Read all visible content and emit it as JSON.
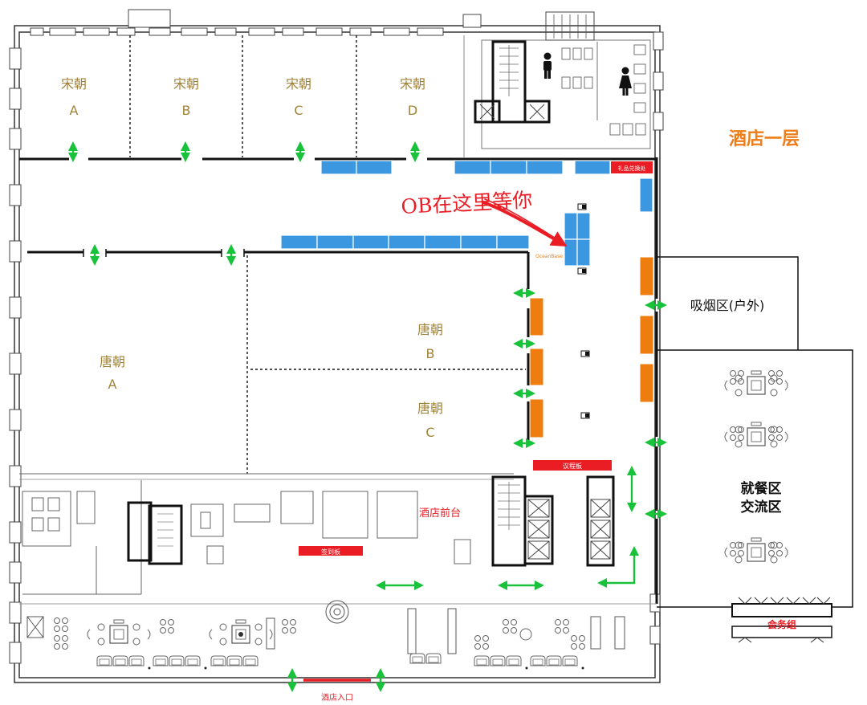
{
  "floor_title": "酒店一层",
  "rooms": {
    "song_a": {
      "name": "宋朝",
      "letter": "A"
    },
    "song_b": {
      "name": "宋朝",
      "letter": "B"
    },
    "song_c": {
      "name": "宋朝",
      "letter": "C"
    },
    "song_d": {
      "name": "宋朝",
      "letter": "D"
    },
    "tang_a": {
      "name": "唐朝",
      "letter": "A"
    },
    "tang_b": {
      "name": "唐朝",
      "letter": "B"
    },
    "tang_c": {
      "name": "唐朝",
      "letter": "C"
    }
  },
  "areas": {
    "smoking": "吸烟区(户外)",
    "dining_line1": "就餐区",
    "dining_line2": "交流区",
    "front_desk": "酒店前台"
  },
  "signs": {
    "gift_exchange": "礼品兑换处",
    "agenda_board": "议程板",
    "signin_board": "签到板",
    "hotel_entrance": "酒店入口",
    "conference_team": "会务组"
  },
  "annotation": {
    "text": "OB在这里等你",
    "booth_logo": "OceanBase"
  },
  "colors": {
    "room_label": "#a08236",
    "area_label": "#111111",
    "title": "#ef7d1a",
    "blue_booth": "#3b97e0",
    "orange_booth": "#ee7d10",
    "red_sign": "#ea1c24",
    "green_arrow": "#18c23a",
    "wall": "#111111"
  }
}
